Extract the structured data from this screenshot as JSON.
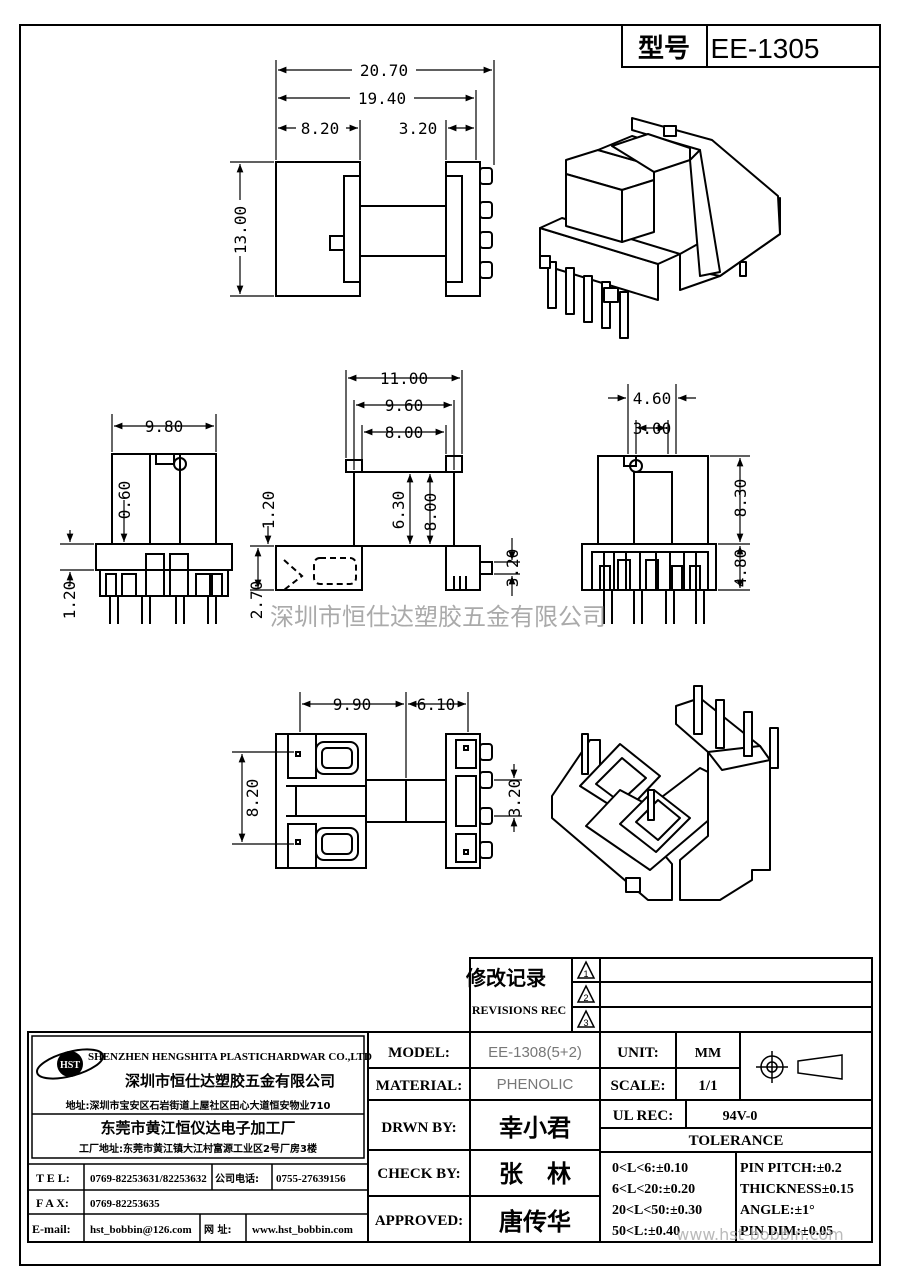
{
  "header": {
    "model_label": "型号",
    "model_value": "EE-1305"
  },
  "dimensions": {
    "top_overall": "20.70",
    "top_inner": "19.40",
    "top_left": "8.20",
    "top_right": "3.20",
    "top_height": "13.00",
    "front_width": "9.80",
    "front_slot": "0.60",
    "front_base": "1.20",
    "side_overall": "11.00",
    "side_inner": "9.60",
    "side_core": "8.00",
    "side_flange": "1.20",
    "side_window_h": "6.30",
    "side_window_h2": "8.00",
    "side_pin": "3.20",
    "side_base": "2.70",
    "end_outer": "4.60",
    "end_inner": "3.00",
    "end_upper": "8.30",
    "end_lower": "4.80",
    "bottom_left": "9.90",
    "bottom_right": "6.10",
    "bottom_height": "8.20",
    "bottom_pitch": "3.20"
  },
  "watermark": "深圳市恒仕达塑胶五金有限公司",
  "revisions": {
    "title_cn": "修改记录",
    "title_en": "REVISIONS REC",
    "marks": [
      "1",
      "2",
      "3"
    ]
  },
  "company": {
    "logo": "HST",
    "name_en": "SHENZHEN HENGSHITA PLASTICHARDWAR CO.,LTD",
    "name_cn": "深圳市恒仕达塑胶五金有限公司",
    "address1": "地址:深圳市宝安区石岩街道上屋社区田心大道恒安物业710",
    "factory": "东莞市黄江恒仪达电子加工厂",
    "address2": "工厂地址:东莞市黄江镇大江村富源工业区2号厂房3楼",
    "tel_label": "T E L:",
    "tel": "0769-82253631/82253632",
    "phone_label": "公司电话:",
    "phone": "0755-27639156",
    "fax_label": "F A X:",
    "fax": "0769-82253635",
    "email_label": "E-mail:",
    "email": "hst_bobbin@126.com",
    "web_label": "网 址:",
    "web": "www.hst_bobbin.com"
  },
  "info": {
    "model_label": "MODEL:",
    "model": "EE-1308(5+2)",
    "material_label": "MATERIAL:",
    "material": "PHENOLIC",
    "drawn_label": "DRWN BY:",
    "drawn": "幸小君",
    "check_label": "CHECK BY:",
    "check": "张　林",
    "approved_label": "APPROVED:",
    "approved": "唐传华",
    "unit_label": "UNIT:",
    "unit": "MM",
    "scale_label": "SCALE:",
    "scale": "1/1",
    "ul_label": "UL REC:",
    "ul": "94V-0",
    "tolerance_label": "TOLERANCE",
    "tol": [
      "0<L<6:±0.10",
      "6<L<20:±0.20",
      "20<L<50:±0.30",
      "50<L:±0.40"
    ],
    "tol2": [
      "PIN PITCH:±0.2",
      "THICKNESS±0.15",
      "ANGLE:±1°",
      "PIN DIM:±0.05"
    ]
  },
  "footer_watermark": "www.hst-bobbin.com"
}
